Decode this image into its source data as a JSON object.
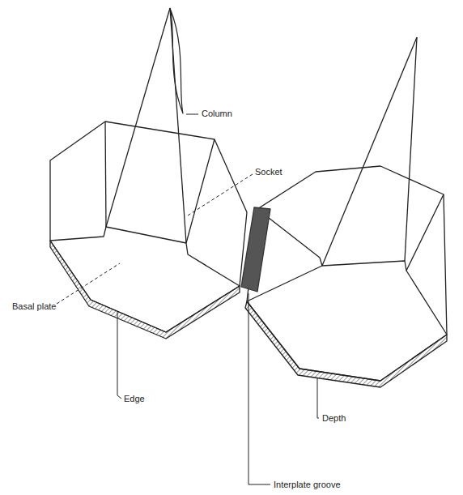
{
  "diagram": {
    "labels": [
      "Column",
      "Socket",
      "Basal plate",
      "Edge",
      "Depth",
      "Interplate groove"
    ]
  }
}
